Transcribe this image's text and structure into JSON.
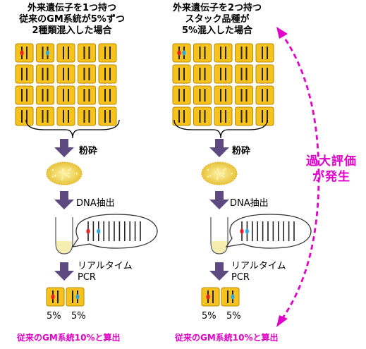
{
  "left_panel": {
    "title_lines": [
      "外来遺伝子を1つ持つ",
      "従来のGM系統が5%ずつ",
      "2種類混入した場合"
    ],
    "step_grind": "粉砕",
    "step_dna": "DNA抽出",
    "step_pcr": [
      "リアルタイム",
      "PCR"
    ],
    "pct_a": "5%",
    "pct_b": "5%",
    "result": "従来のGM系統10%と算出"
  },
  "right_panel": {
    "title_lines": [
      "外来遺伝子を2つ持つ",
      "スタック品種が",
      "5%混入した場合"
    ],
    "step_grind": "粉砕",
    "step_dna": "DNA抽出",
    "step_pcr": [
      "リアルタイム",
      "PCR"
    ],
    "pct_a": "5%",
    "pct_b": "5%",
    "result": "従来のGM系統10%と算出"
  },
  "overestimate_lines": [
    "過大評価",
    "が発生"
  ],
  "colors": {
    "kernel": "#f7c21b",
    "kernel_edge": "#b88a00",
    "arrow": "#5c4a80",
    "magenta": "#e000c8",
    "gene_red": "#e8202a",
    "gene_blue": "#2ea8e0",
    "powder": "#f3d24a",
    "tube_liquid": "#f6eeb0"
  }
}
